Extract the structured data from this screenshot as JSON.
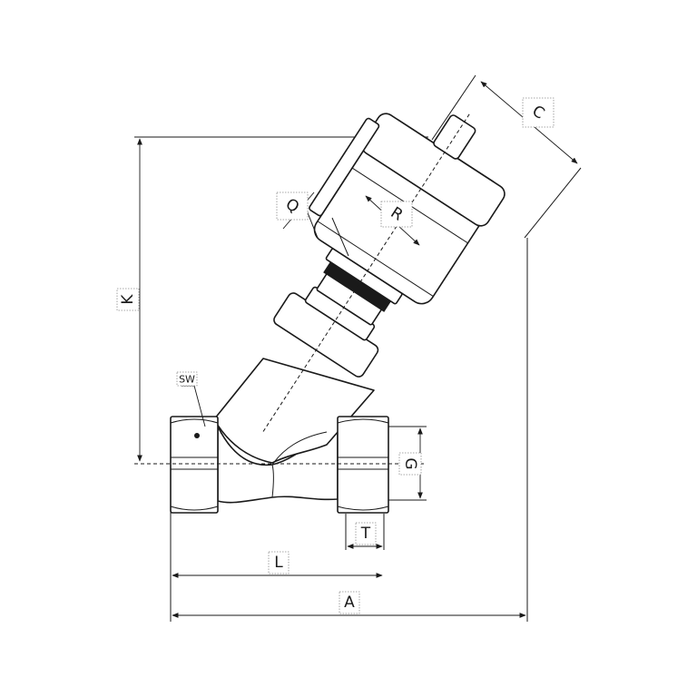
{
  "labels": {
    "A": "A",
    "L": "L",
    "T": "T",
    "G": "G",
    "K": "K",
    "SW": "SW",
    "Q": "Q",
    "R": "R",
    "C": "C"
  }
}
